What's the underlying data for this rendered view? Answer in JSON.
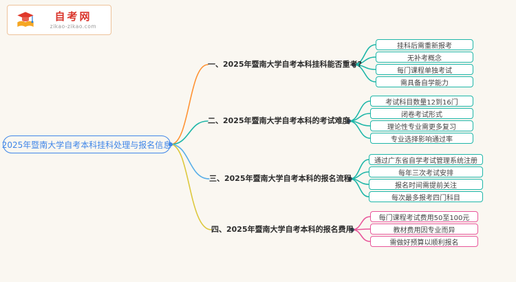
{
  "logo": {
    "title": "自考网",
    "subtitle": "zikao-zikao.com",
    "brand_color": "#d9342b"
  },
  "root": {
    "label": "2025年暨南大学自考本科挂科处理与报名信息",
    "color": "#3f86e8"
  },
  "branches": [
    {
      "label": "一、2025年暨南大学自考本科挂科能否重考?",
      "curve_color": "#ff9232",
      "leaf_color": "#1db6a8",
      "dot_color": "#35495e",
      "leaves": [
        "挂科后需重新报考",
        "无补考概念",
        "每门课程单独考试",
        "需具备自学能力"
      ]
    },
    {
      "label": "二、2025年暨南大学自考本科的考试难度",
      "curve_color": "#1db6a8",
      "leaf_color": "#1db6a8",
      "dot_color": "#35495e",
      "leaves": [
        "考试科目数量12到16门",
        "闭卷考试形式",
        "理论性专业需更多复习",
        "专业选择影响通过率"
      ]
    },
    {
      "label": "三、2025年暨南大学自考本科的报名流程",
      "curve_color": "#58aee8",
      "leaf_color": "#1db6a8",
      "dot_color": "#35495e",
      "leaves": [
        "通过广东省自学考试管理系统注册",
        "每年三次考试安排",
        "报名时间需提前关注",
        "每次最多报考四门科目"
      ]
    },
    {
      "label": "四、2025年暨南大学自考本科的报名费用",
      "curve_color": "#ddc83d",
      "leaf_color": "#e8559a",
      "dot_color": "#35495e",
      "leaves": [
        "每门课程考试费用50至100元",
        "教材费用因专业而异",
        "需做好预算以顺利报名"
      ]
    }
  ]
}
